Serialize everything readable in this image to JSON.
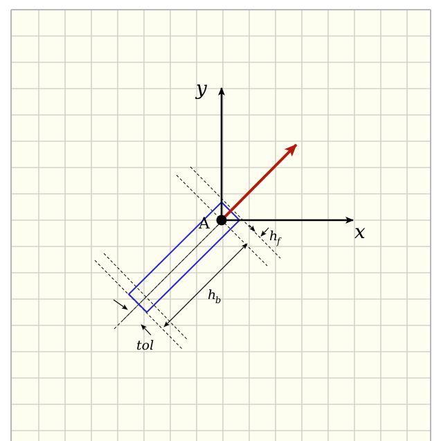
{
  "labels": {
    "y_axis": "y",
    "x_axis": "x",
    "origin": "A",
    "h_f_base": "h",
    "h_f_sub": "f",
    "h_b_base": "h",
    "h_b_sub": "b",
    "tol": "tol"
  },
  "colors": {
    "background": "#fdfdf0",
    "grid": "#d3d3cc",
    "frame": "#b8b8b8",
    "axis": "#000000",
    "rect": "#2222dd",
    "arrow": "#b31b10",
    "dashed": "#000000"
  }
}
